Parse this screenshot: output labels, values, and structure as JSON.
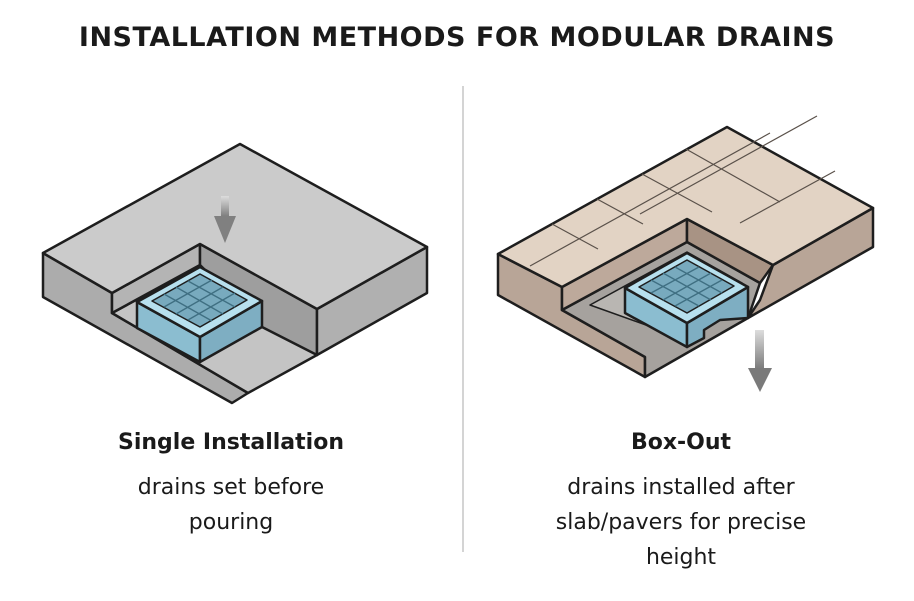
{
  "title": "INSTALLATION METHODS FOR MODULAR DRAINS",
  "panels": [
    {
      "heading": "Single Installation",
      "description_lines": [
        "drains set before",
        "pouring"
      ]
    },
    {
      "heading": "Box-Out",
      "description_lines": [
        "drains installed after",
        "slab/pavers for precise",
        "height"
      ]
    }
  ],
  "colors": {
    "concrete": "#c8c8c8",
    "pavers": "#e2d3c4",
    "drain": "#9fcbdc"
  }
}
